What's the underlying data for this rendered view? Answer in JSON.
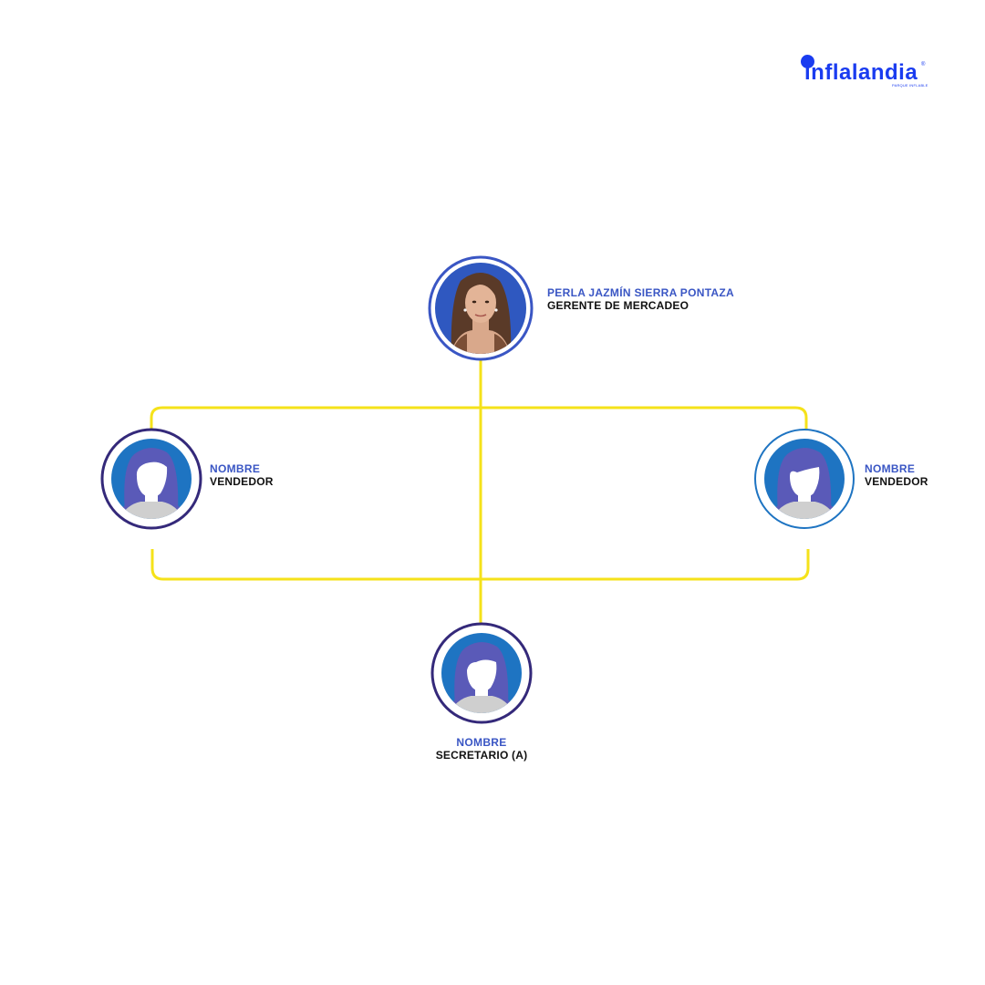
{
  "brand": {
    "name": "inflalandia",
    "tagline": "PARQUE INFLABLE",
    "mark": "®",
    "color": "#1a3cf0"
  },
  "colors": {
    "connector": "#f5e21a",
    "name_text": "#3a56c4",
    "role_text": "#111111",
    "avatar_bg": "#1e74c2",
    "avatar_hair": "#5a5ab8",
    "avatar_body": "#cfcfcf"
  },
  "nodes": {
    "manager": {
      "name": "PERLA JAZMÍN SIERRA PONTAZA",
      "role": "GERENTE DE MERCADEO",
      "photo": "portrait-photo"
    },
    "seller_left": {
      "name": "NOMBRE",
      "role": "VENDEDOR",
      "photo": "female-avatar-icon"
    },
    "seller_right": {
      "name": "NOMBRE",
      "role": "VENDEDOR",
      "photo": "female-avatar-icon"
    },
    "secretary": {
      "name": "NOMBRE",
      "role": "SECRETARIO (A)",
      "photo": "female-avatar-icon"
    }
  }
}
